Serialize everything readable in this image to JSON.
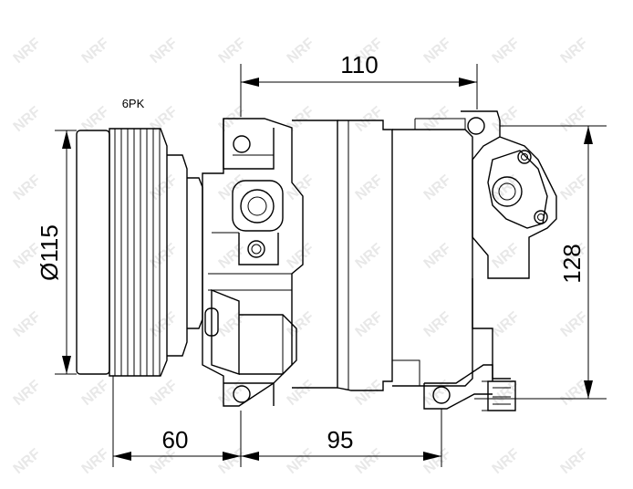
{
  "drawing": {
    "belt_label": "6PK",
    "dimensions": {
      "top_width": "110",
      "diameter": "Ø115",
      "height": "128",
      "pulley_offset": "60",
      "mount_spacing": "95"
    },
    "watermark": "NRF",
    "colors": {
      "line": "#000000",
      "watermark": "#e8e8e8",
      "background": "#ffffff"
    }
  }
}
